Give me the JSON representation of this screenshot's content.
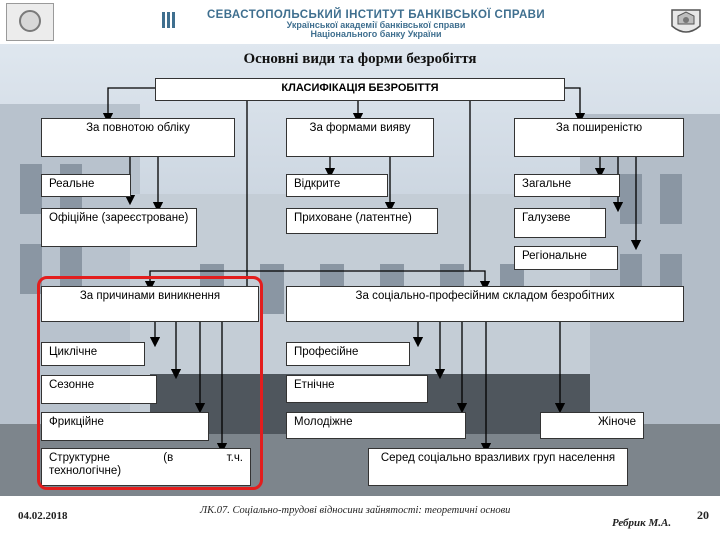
{
  "header": {
    "institute_line1": "СЕВАСТОПОЛЬСЬКИЙ ІНСТИТУТ БАНКІВСЬКОЇ СПРАВИ",
    "institute_line2": "Української академії банківської справи",
    "institute_line3": "Національного банку України"
  },
  "title": "Основні види та форми безробіття",
  "diagram": {
    "root": "КЛАСИФІКАЦІЯ БЕЗРОБІТТЯ",
    "groups": {
      "accounting": {
        "label": "За повнотою обліку",
        "items": [
          "Реальне",
          "Офіційне (зареєстроване)"
        ]
      },
      "forms": {
        "label": "За формами вияву",
        "items": [
          "Відкрите",
          "Приховане (латентне)"
        ]
      },
      "spread": {
        "label": "За поширеністю",
        "items": [
          "Загальне",
          "Галузеве",
          "Регіональне"
        ]
      },
      "causes": {
        "label": "За причинами виникнення",
        "items": [
          "Циклічне",
          "Сезонне",
          "Фрикційне"
        ],
        "structural_left": "Структурне",
        "structural_mid": "(в",
        "structural_right": "т.ч.",
        "structural_line2": "технологічне)"
      },
      "social": {
        "label": "За соціально-професійним складом безробітних",
        "items": [
          "Професійне",
          "Етнічне",
          "Молодіжне",
          "Жіноче",
          "Серед соціально вразливих груп населення"
        ]
      }
    }
  },
  "footer": {
    "date": "04.02.2018",
    "lecture": "ЛК.07. Соціально-трудові відносини зайнятості: теоретичні основи",
    "author": "Ребрик М.А.",
    "page": "20"
  }
}
